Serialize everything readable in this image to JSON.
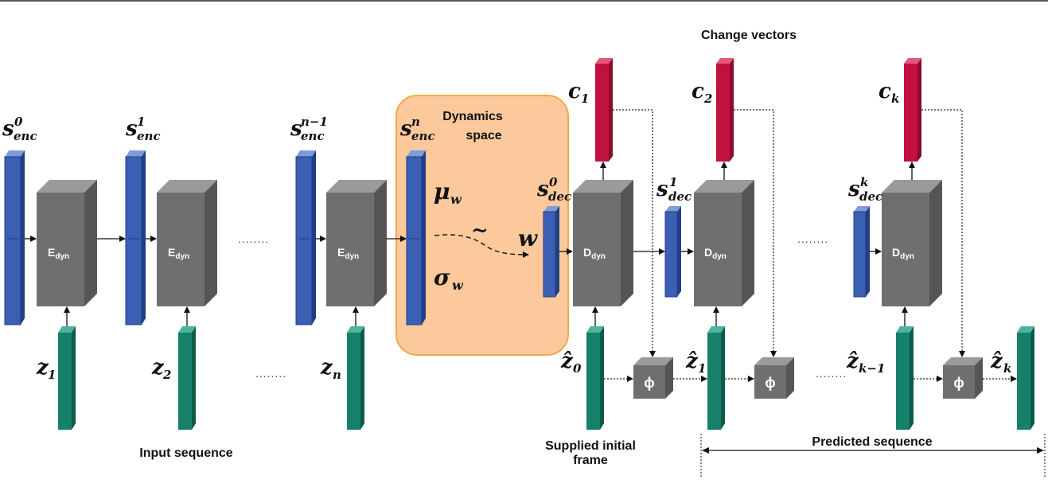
{
  "labels": {
    "change_vectors": "Change vectors",
    "dynamics_space_line1": "Dynamics",
    "dynamics_space_line2": "space",
    "input_sequence": "Input sequence",
    "supplied_line1": "Supplied initial",
    "supplied_line2": "frame",
    "predicted_sequence": "Predicted sequence",
    "ellipsis": "........"
  },
  "encoder": {
    "block_main": "E",
    "block_sub": "dyn",
    "states": [
      {
        "base": "s",
        "sub": "enc",
        "sup": "0"
      },
      {
        "base": "s",
        "sub": "enc",
        "sup": "1"
      },
      {
        "base": "s",
        "sub": "enc",
        "sup": "n−1"
      },
      {
        "base": "s",
        "sub": "enc",
        "sup": "n"
      }
    ],
    "inputs": [
      {
        "base": "z",
        "sub": "1"
      },
      {
        "base": "z",
        "sub": "2"
      },
      {
        "base": "z",
        "sub": "n"
      }
    ]
  },
  "latent": {
    "mu": {
      "base": "μ",
      "sub": "w"
    },
    "sigma": {
      "base": "σ",
      "sub": "w"
    },
    "tilde": "~",
    "w": "w"
  },
  "decoder": {
    "block_main": "D",
    "block_sub": "dyn",
    "phi": "ϕ",
    "states": [
      {
        "base": "s",
        "sub": "dec",
        "sup": "0"
      },
      {
        "base": "s",
        "sub": "dec",
        "sup": "1"
      },
      {
        "base": "s",
        "sub": "dec",
        "sup": "k"
      }
    ],
    "change_vectors": [
      {
        "base": "c",
        "sub": "1"
      },
      {
        "base": "c",
        "sub": "2"
      },
      {
        "base": "c",
        "sub": "k"
      }
    ],
    "frames": [
      {
        "base": "ẑ",
        "sub": "0"
      },
      {
        "base": "ẑ",
        "sub": "1"
      },
      {
        "base": "ẑ",
        "sub": "k−1"
      },
      {
        "base": "ẑ",
        "sub": "k"
      }
    ]
  },
  "colors": {
    "state_blue": "#3b5fb3",
    "change_red": "#c1123f",
    "frame_green": "#17806a",
    "block_gray": "#6f6f6f",
    "dynamics_fill": "#fbc99b",
    "dynamics_border": "#f0a94a"
  }
}
